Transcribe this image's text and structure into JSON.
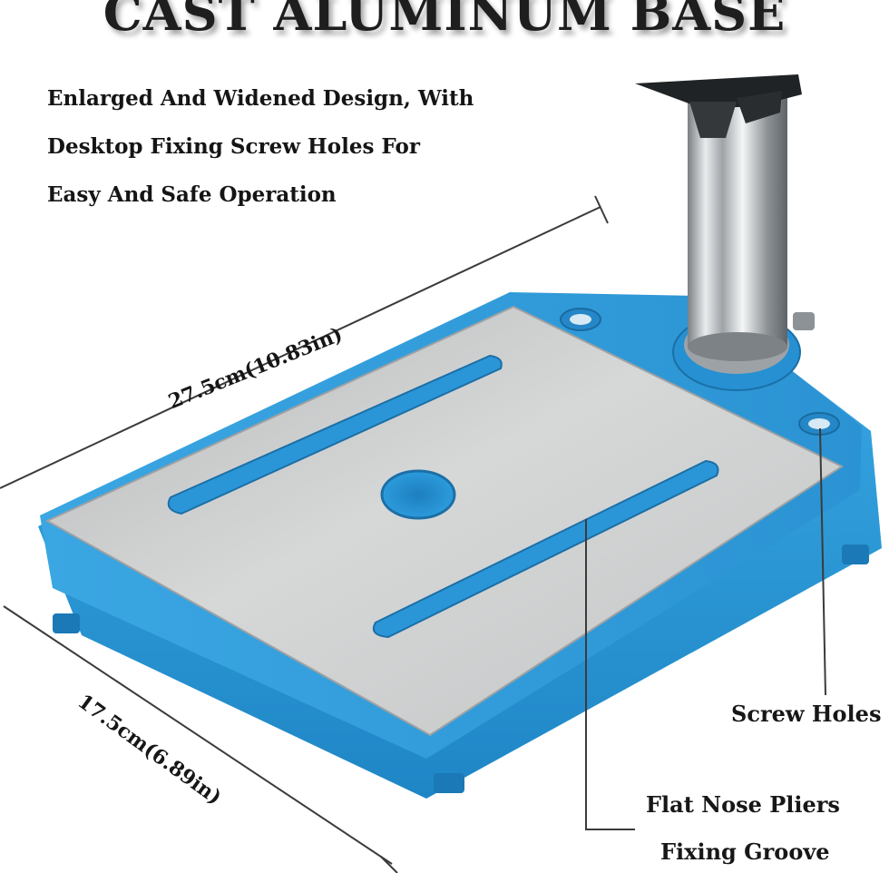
{
  "title": "CAST ALUMINUM BASE",
  "description": {
    "lines": [
      "Enlarged And Widened Design, With",
      "Desktop Fixing Screw Holes For",
      "Easy And Safe Operation"
    ]
  },
  "dimensions": {
    "width_label": "27.5cm(10.83in)",
    "depth_label": "17.5cm(6.89in)"
  },
  "callouts": {
    "screw_holes": "Screw Holes",
    "groove_line1": "Flat Nose Pliers",
    "groove_line2": "Fixing Groove"
  },
  "colors": {
    "base_blue": "#2f9fdb",
    "plate_silver": "#c9cbcc",
    "column_steel": "#b9bdc0"
  }
}
